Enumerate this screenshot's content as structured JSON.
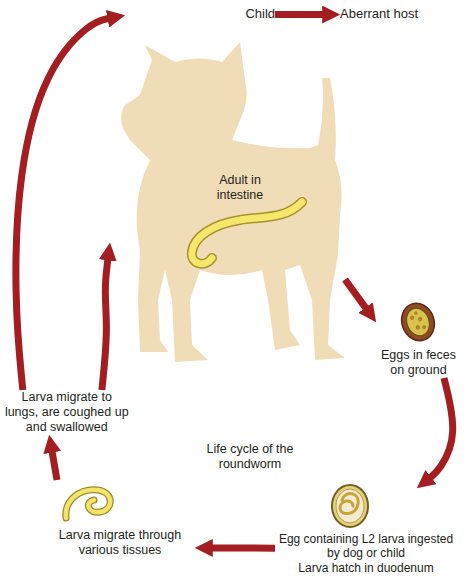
{
  "diagram": {
    "nodes": [
      {
        "text": [
          "Child"
        ]
      },
      {
        "text": [
          "Aberrant host"
        ]
      },
      {
        "text": [
          "Adult in intestine"
        ]
      },
      {
        "text": [
          "Eggs in feces on ground"
        ]
      },
      {
        "text": [
          "Egg containing L2 larva ingested by dog or child",
          "Larva hatch in duodenum"
        ]
      },
      {
        "text": [
          "Larva migrate through various tissues"
        ]
      },
      {
        "text": [
          "Larva migrate to lungs, are coughed up and swallowed"
        ]
      }
    ],
    "edges": [
      {
        "from": 0,
        "to": 1,
        "arrow": "to"
      },
      {
        "from": 2,
        "to": 3,
        "arrow": "to"
      },
      {
        "from": 3,
        "to": 4,
        "arrow": "to"
      },
      {
        "from": 4,
        "to": 5,
        "arrow": "to"
      },
      {
        "from": 5,
        "to": 6,
        "arrow": "to"
      },
      {
        "from": 6,
        "to": 0,
        "arrow": "to"
      },
      {
        "from": 6,
        "to": 2,
        "arrow": "to"
      }
    ],
    "labels": [
      "Life cycle of the roundworm"
    ]
  }
}
